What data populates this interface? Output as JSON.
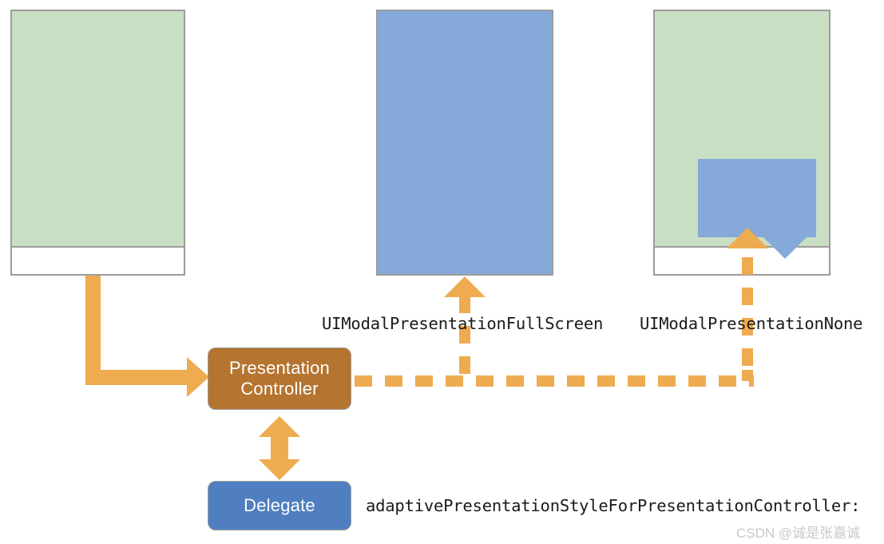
{
  "diagram": {
    "title_text": "UIKit adaptive presentation diagram",
    "colors": {
      "green_screen": "#c8dfc4",
      "blue_screen": "#85a9d8",
      "orange_connector": "#eeab4f",
      "presentation_controller_fill": "#b5742f",
      "delegate_fill": "#4f7fc0",
      "panel_border": "#9b9b9b",
      "watermark": "#c9c9c9"
    },
    "panels": [
      {
        "name": "source-screen",
        "body_fill": "green",
        "has_bottom_strip": true,
        "has_popover": false
      },
      {
        "name": "fullscreen-result",
        "body_fill": "blue",
        "has_bottom_strip": false,
        "has_popover": false
      },
      {
        "name": "popover-result",
        "body_fill": "green",
        "has_bottom_strip": true,
        "has_popover": true
      }
    ],
    "nodes": {
      "presentation_controller": {
        "line1": "Presentation",
        "line2": "Controller"
      },
      "delegate": {
        "label": "Delegate"
      }
    },
    "labels": {
      "fullscreen_style": "UIModalPresentationFullScreen",
      "none_style": "UIModalPresentationNone",
      "delegate_method": "adaptivePresentationStyleForPresentationController:"
    },
    "watermark": "CSDN @诚是张嘉诚"
  }
}
